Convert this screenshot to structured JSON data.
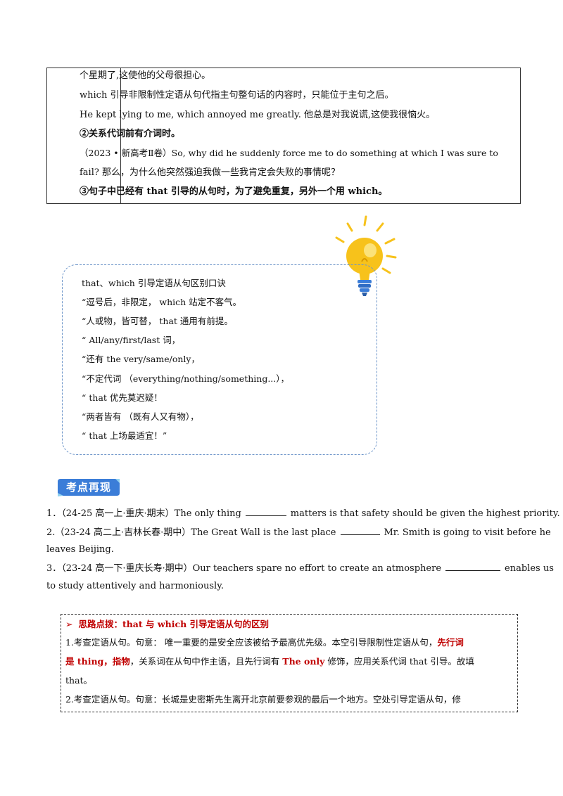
{
  "table": {
    "lines": [
      "个星期了,这使他的父母很担心。",
      "which 引导非限制性定语从句代指主句整句话的内容时，只能位于主句之后。",
      "He kept lying to me, which annoyed me greatly. 他总是对我说谎,这使我很恼火。",
      "②关系代词前有介词时。",
      "（2023 • 新高考Ⅱ卷）So, why did he suddenly force me to do something at which I was sure to",
      "fail? 那么，为什么他突然强迫我做一些我肯定会失败的事情呢？",
      "③句子中已经有 that 引导的从句时，为了避免重复，另外一个用 which。"
    ]
  },
  "tip": {
    "lines": [
      "that、which 引导定语从句区别口诀",
      "“逗号后，非限定， which 站定不客气。",
      "“人或物，皆可替， that 通用有前提。",
      "“ All/any/first/last 词，",
      "“还有 the very/same/only，",
      "“不定代词 （everything/nothing/something...），",
      "“ that 优先莫迟疑！",
      "“两者皆有 （既有人又有物），",
      "“ that 上场最适宜！”"
    ]
  },
  "badge": {
    "label": "考点再现"
  },
  "questions": {
    "q1": {
      "before": "1．（24-25 高一上·重庆·期末）The only thing",
      "after": "matters is that safety should be given the highest priority."
    },
    "q2": {
      "before": "2.（23-24 高二上·吉林长春·期中）The Great Wall is the last place",
      "after": "Mr. Smith is going to visit before he",
      "cont": "leaves Beijing."
    },
    "q3": {
      "before": "3．（23-24 高一下·重庆长寿·期中）Our teachers spare no effort to create an atmosphere",
      "after": "enables us",
      "cont": "to study attentively and harmoniously."
    }
  },
  "hint": {
    "arrow": "➢",
    "title": "思路点拨：that 与 which 引导定语从句的区别",
    "l1a": "1.考查定语从句。句意： 唯一重要的是安全应该被给予最高优先级。本空引导限制性定语从句，",
    "l1b": "先行词",
    "l2a": "是 thing，指物",
    "l2b": "，关系词在从句中作主语，且先行词有 ",
    "l2c": "The only",
    "l2d": " 修饰，应用关系代词 that 引导。故填",
    "l3": "that。",
    "l4": "2.考查定语从句。句意：长城是史密斯先生离开北京前要参观的最后一个地方。空处引导定语从句，修"
  },
  "colors": {
    "accent_red": "#c00000",
    "tip_border": "#6d95c9",
    "badge_blue": "#3b7dd8",
    "bulb_yellow": "#f7c21b"
  }
}
